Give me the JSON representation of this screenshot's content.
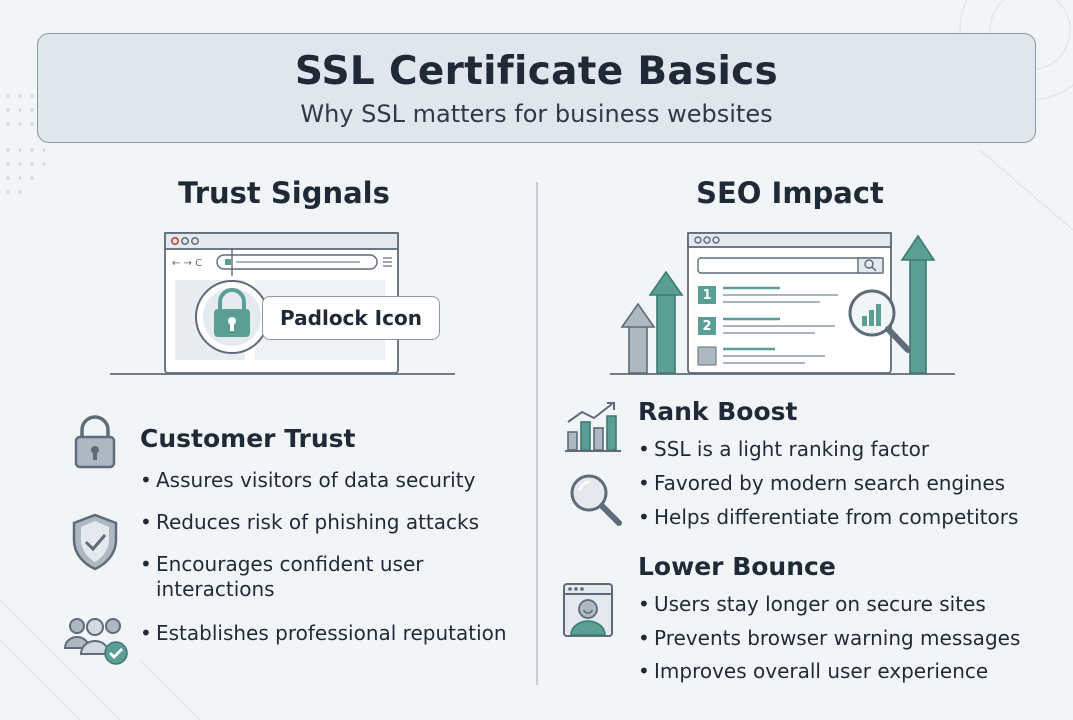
{
  "header": {
    "title": "SSL Certificate Basics",
    "subtitle": "Why SSL matters for business websites"
  },
  "left": {
    "section_title": "Trust Signals",
    "callout_label": "Padlock Icon",
    "group_heading": "Customer Trust",
    "bullets": [
      "Assures visitors of data security",
      "Reduces risk of phishing attacks",
      "Encourages confident user",
      "interactions",
      "Establishes professional reputation"
    ]
  },
  "right": {
    "section_title": "SEO Impact",
    "rank_numbers": [
      "1",
      "2"
    ],
    "groups": [
      {
        "heading": "Rank Boost",
        "bullets": [
          "SSL is a light ranking factor",
          "Favored by modern search engines",
          "Helps differentiate from competitors"
        ]
      },
      {
        "heading": "Lower Bounce",
        "bullets": [
          "Users stay longer on secure sites",
          "Prevents browser warning messages",
          "Improves overall user experience"
        ]
      }
    ]
  },
  "colors": {
    "accent_teal": "#5a9e95",
    "outline_gray": "#5f6b78",
    "header_bg": "#dfe6ee"
  }
}
